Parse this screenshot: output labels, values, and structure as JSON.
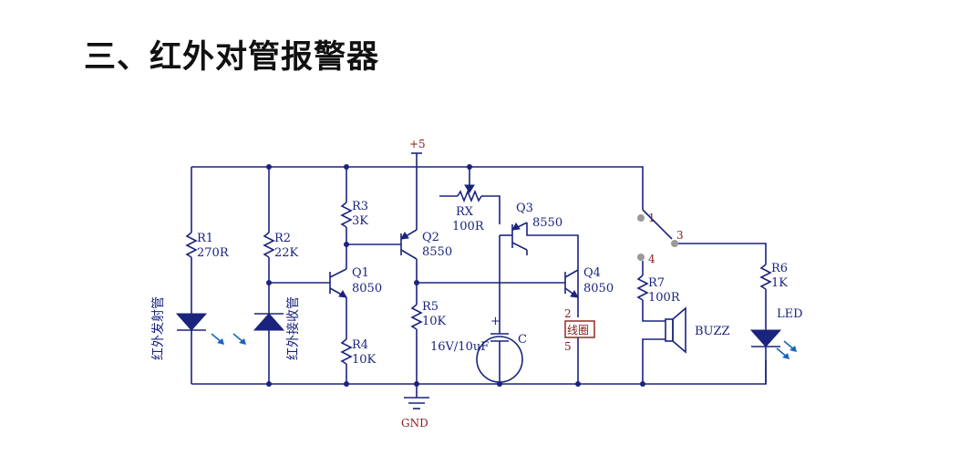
{
  "title": "三、红外对管报警器",
  "labels": {
    "vcc": "+5",
    "gnd": "GND",
    "r1": "R1",
    "r1_val": "270R",
    "r2": "R2",
    "r2_val": "22K",
    "r3": "R3",
    "r3_val": "3K",
    "r4": "R4",
    "r4_val": "10K",
    "r5": "R5",
    "r5_val": "10K",
    "r6": "R6",
    "r6_val": "1K",
    "r7": "R7",
    "r7_val": "100R",
    "rx": "RX",
    "rx_val": "100R",
    "q1": "Q1",
    "q1_val": "8050",
    "q2": "Q2",
    "q2_val": "8550",
    "q3": "Q3",
    "q3_val": "8550",
    "q4": "Q4",
    "q4_val": "8050",
    "cap": "C",
    "cap_val": "16V/10uF",
    "cap_plus": "+",
    "ir_tx": "红外发射管",
    "ir_rx": "红外接收管",
    "jumper": "线圈",
    "jumper_pin_top": "2",
    "jumper_pin_bottom": "5",
    "sw1": "1",
    "sw3": "3",
    "sw4": "4",
    "buzz": "BUZZ",
    "led": "LED"
  }
}
